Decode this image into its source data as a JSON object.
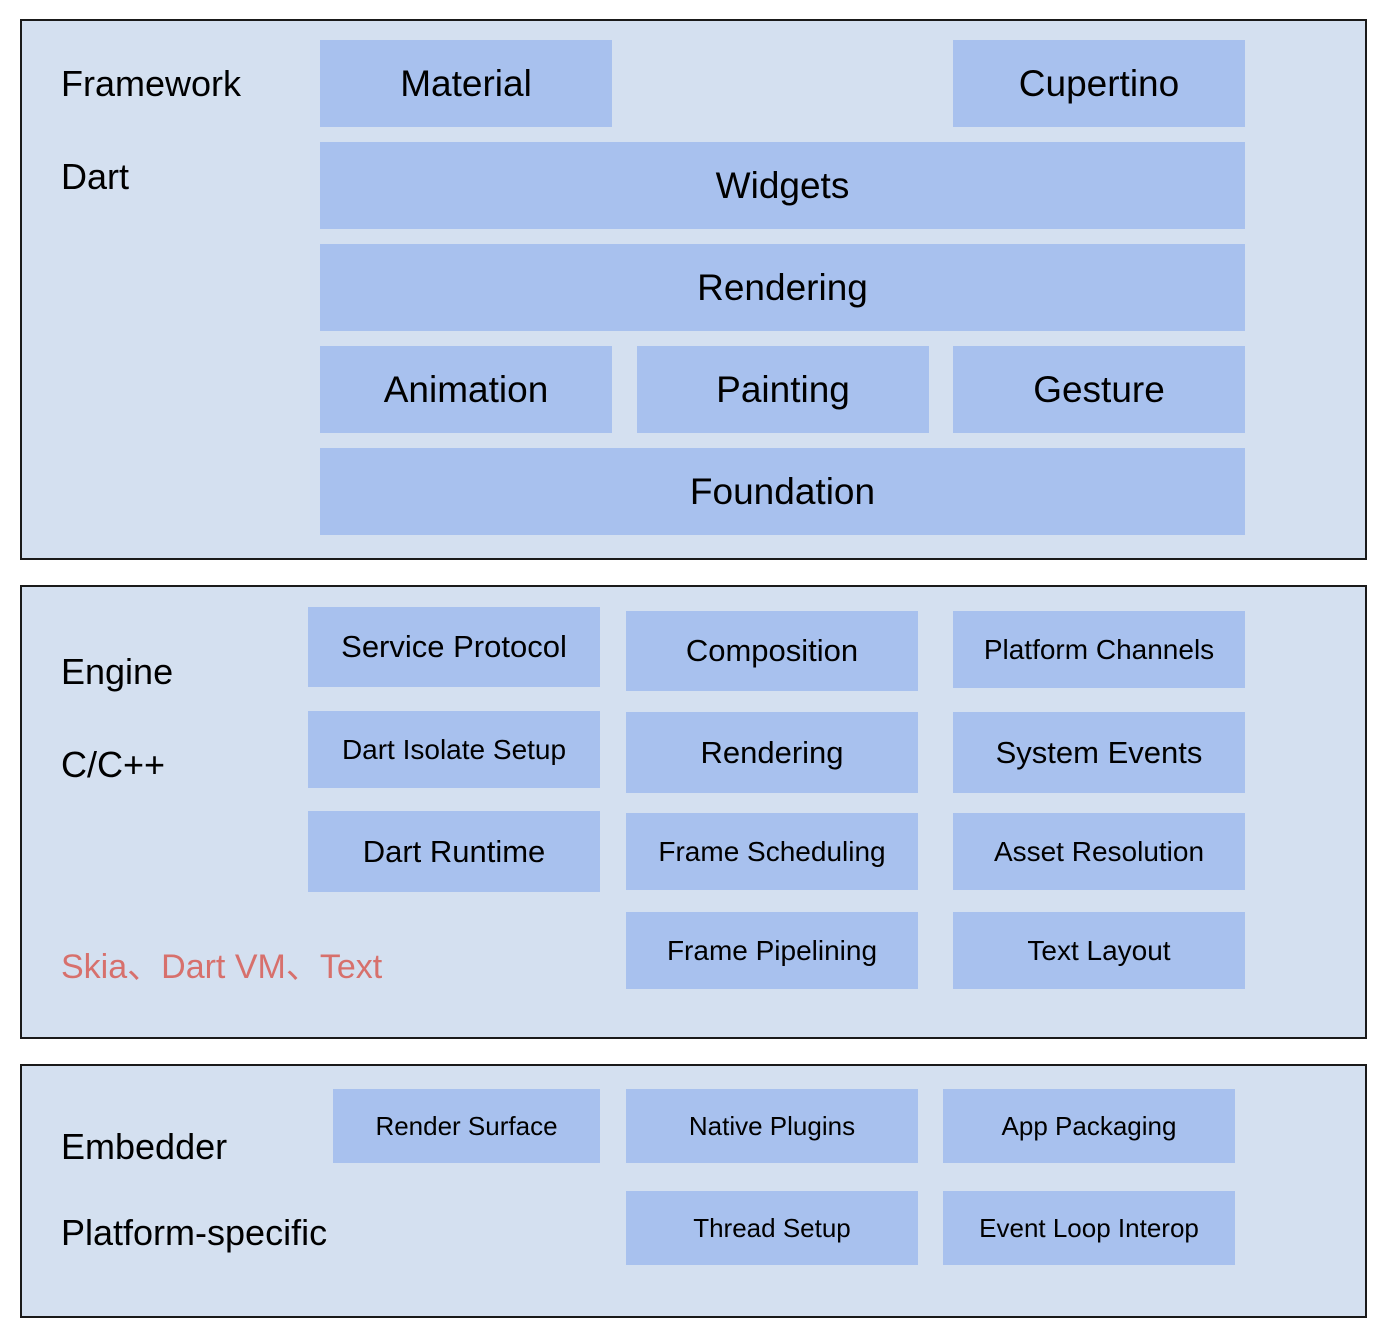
{
  "colors": {
    "layer_background": "#d4e0f0",
    "layer_border": "#1a1a1a",
    "module_box": "#a8c1ee",
    "note_text": "#d7706c"
  },
  "framework": {
    "title": "Framework",
    "language": "Dart",
    "modules": {
      "material": "Material",
      "cupertino": "Cupertino",
      "widgets": "Widgets",
      "rendering": "Rendering",
      "animation": "Animation",
      "painting": "Painting",
      "gesture": "Gesture",
      "foundation": "Foundation"
    }
  },
  "engine": {
    "title": "Engine",
    "language": "C/C++",
    "note": "Skia、Dart VM、Text",
    "modules": {
      "service_protocol": "Service Protocol",
      "composition": "Composition",
      "platform_channels": "Platform Channels",
      "dart_isolate_setup": "Dart Isolate Setup",
      "rendering": "Rendering",
      "system_events": "System Events",
      "dart_runtime": "Dart Runtime",
      "frame_scheduling": "Frame Scheduling",
      "asset_resolution": "Asset Resolution",
      "frame_pipelining": "Frame Pipelining",
      "text_layout": "Text Layout"
    }
  },
  "embedder": {
    "title": "Embedder",
    "language": "Platform-specific",
    "modules": {
      "render_surface": "Render Surface",
      "native_plugins": "Native Plugins",
      "app_packaging": "App Packaging",
      "thread_setup": "Thread Setup",
      "event_loop_interop": "Event Loop Interop"
    }
  }
}
